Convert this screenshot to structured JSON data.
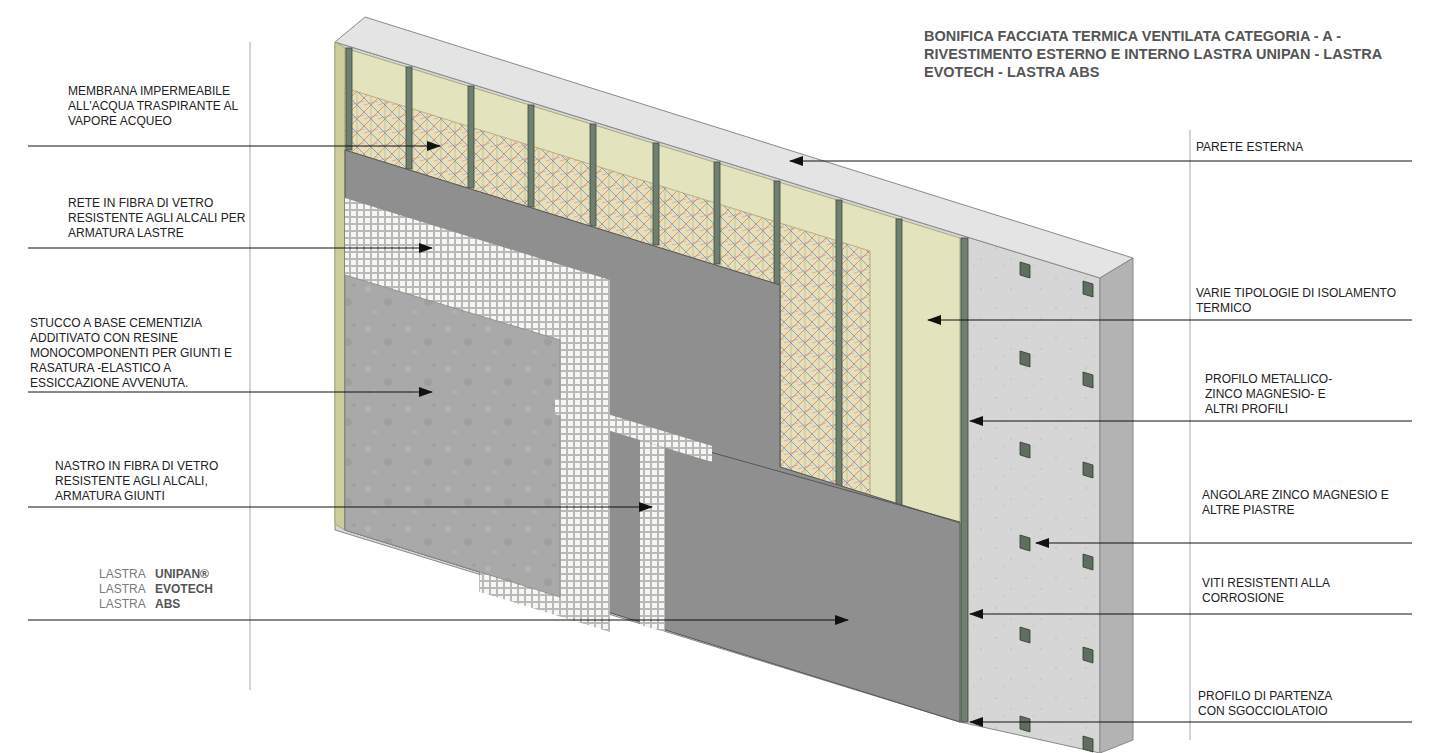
{
  "diagram": {
    "title": "BONIFICA FACCIATA TERMICA VENTILATA CATEGORIA - A - RIVESTIMENTO ESTERNO E INTERNO LASTRA UNIPAN - LASTRA EVOTECH - LASTRA ABS",
    "labels": [
      "MEMBRANA IMPERMEABILE ALL'ACQUA TRASPIRANTE AL VAPORE ACQUEO",
      "RETE IN FIBRA DI VETRO RESISTENTE AGLI ALCALI PER ARMATURA LASTRE",
      "STUCCO A BASE CEMENTIZIA ADDITIVATO CON RESINE MONOCOMPONENTI PER GIUNTI E RASATURA -ELASTICO A ESSICCAZIONE AVVENUTA.",
      "NASTRO IN FIBRA DI VETRO RESISTENTE AGLI ALCALI, ARMATURA GIUNTI",
      "LASTRA",
      "UNIPAN®",
      "LASTRA",
      "EVOTECH",
      "LASTRA",
      "ABS",
      "PARETE ESTERNA",
      "VARIE TIPOLOGIE DI ISOLAMENTO TERMICO",
      "PROFILO METALLICO- ZINCO MAGNESIO- E ALTRI PROFILI",
      "ANGOLARE ZINCO MAGNESIO E ALTRE PIASTRE",
      "VITI RESISTENTI ALLA CORROSIONE",
      "PROFILO DI PARTENZA CON SGOCCIOLATOIO"
    ]
  }
}
